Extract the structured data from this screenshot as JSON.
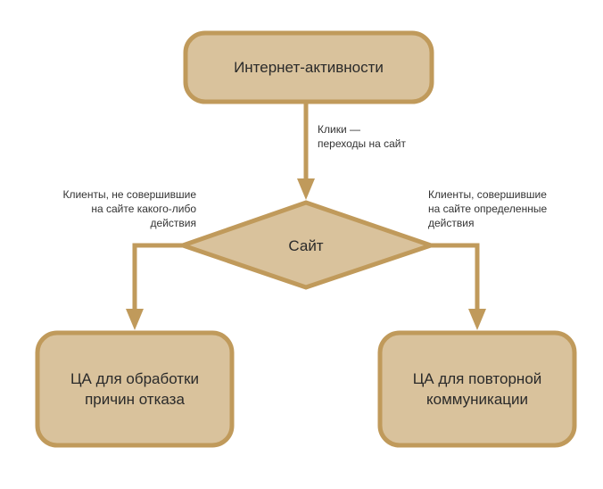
{
  "colors": {
    "fill": "#d9c29c",
    "stroke": "#c09a5b"
  },
  "nodes": {
    "top": "Интернет-активности",
    "site": "Сайт",
    "left_line1": "ЦА для обработки",
    "left_line2": "причин отказа",
    "right_line1": "ЦА для повторной",
    "right_line2": "коммуникации"
  },
  "edges": {
    "clicks_line1": "Клики —",
    "clicks_line2": "переходы на сайт",
    "left_line1": "Клиенты, не совершившие",
    "left_line2": "на сайте какого-либо",
    "left_line3": "действия",
    "right_line1": "Клиенты, совершившие",
    "right_line2": "на сайте определенные",
    "right_line3": "действия"
  }
}
